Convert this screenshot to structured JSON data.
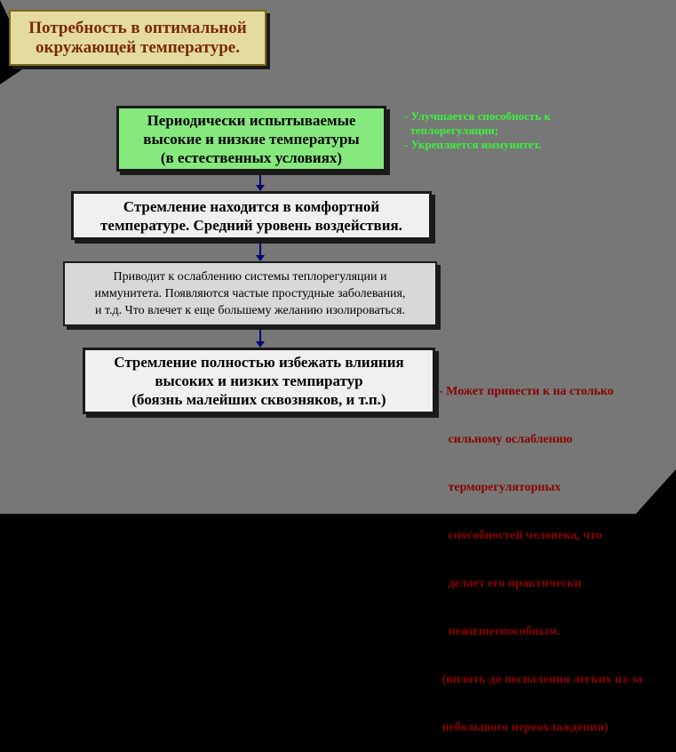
{
  "title": {
    "lines": [
      "Потребность в оптимальной",
      "окружающей температуре."
    ]
  },
  "boxes": {
    "box1": {
      "lines": [
        "Периодически испытываемые",
        "высокие и низкие температуры",
        "(в естественных условиях)"
      ]
    },
    "box2": {
      "lines": [
        "Стремление находится в комфортной",
        "температуре. Средний уровень воздействия."
      ]
    },
    "box3": {
      "lines": [
        "Приводит к ослаблению системы теплорегуляции и",
        "иммунитета. Появляются частые простудные заболевания,",
        "и т.д. Что влечет к еще большему желанию изолироваться."
      ]
    },
    "box4": {
      "lines": [
        "Стремление полностью избежать влияния",
        "высоких и низких темпиратур",
        "(боязнь малейших сквозняков, и т.п.)"
      ]
    }
  },
  "notes": {
    "green": {
      "lines": [
        "- Улучшается способность к",
        "  теплорегуляции;",
        "- Укрепляется иммунитет."
      ]
    },
    "red": {
      "lines": [
        "- Может привести к на столько",
        "   сильному ослаблению",
        "   терморегуляторных",
        "   способностей человека, что",
        "   делает его практически",
        "   нежизнеспособным.",
        " (вплоть до воспаления легких из-за",
        " небольшого переохлаждения)"
      ]
    }
  },
  "colors": {
    "panel": "#777777",
    "title_fill": "#e4dba0",
    "title_text": "#7a2a00",
    "box1_fill": "#86e97e",
    "arrow": "#00007a",
    "green_note": "#3ef03e",
    "red_note": "#8b0000"
  }
}
